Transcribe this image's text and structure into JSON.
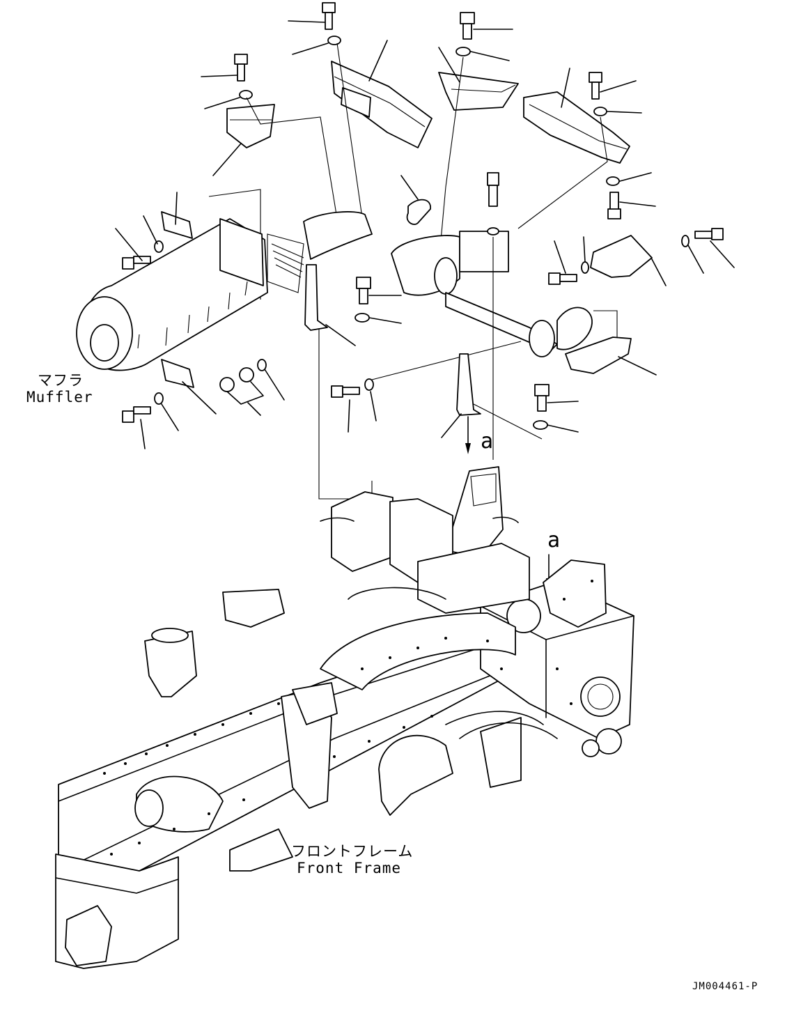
{
  "labels": {
    "muffler_jp": "マフラ",
    "muffler_en": "Muffler",
    "front_frame_jp": "フロントフレーム",
    "front_frame_en": "Front Frame",
    "callout_a_top": "a",
    "callout_a_right": "a",
    "drawing_number": "JM004461-P"
  }
}
